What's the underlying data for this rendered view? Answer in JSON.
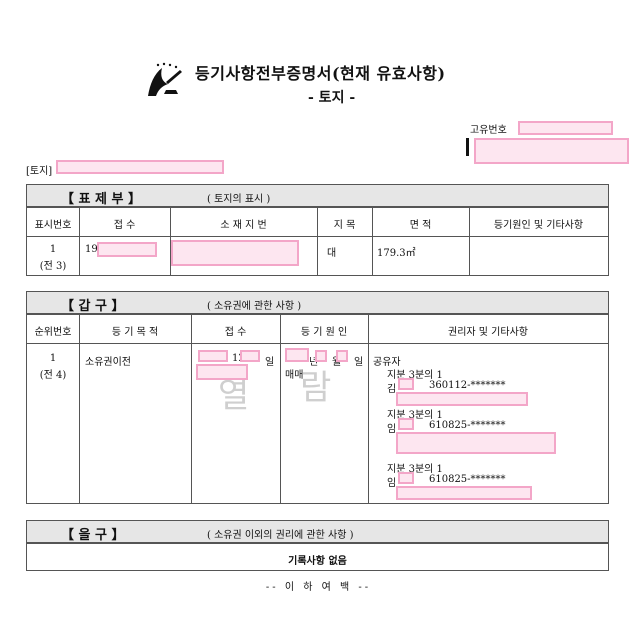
{
  "header": {
    "title": "등기사항전부증명서(현재 유효사항)",
    "subtitle": "- 토지 -",
    "unique_no_label": "고유번호",
    "land_label": "[토지]"
  },
  "section1": {
    "name": "【 표  제  부 】",
    "desc": "( 토지의 표시 )",
    "columns": [
      "표시번호",
      "접  수",
      "소 재 지 번",
      "지  목",
      "면  적",
      "등기원인 및 기타사항"
    ],
    "row": {
      "no": "1",
      "no_sub": "(전 3)",
      "receipt": "19",
      "category": "대",
      "area": "179.3㎡"
    }
  },
  "section2": {
    "name": "【 갑    구 】",
    "desc": "( 소유권에 관한 사항 )",
    "columns": [
      "순위번호",
      "등 기 목 적",
      "접  수",
      "등 기 원 인",
      "권리자 및 기타사항"
    ],
    "row": {
      "no": "1",
      "no_sub": "(전 4)",
      "purpose": "소유권이전",
      "receipt_frag": "12",
      "receipt_day": "일",
      "cause_year": "년",
      "cause_month": "월",
      "cause_day": "일",
      "cause_kind": "매매",
      "owners_title": "공유자",
      "owners": [
        {
          "share": "지분 3분의 1",
          "name": "김",
          "id": "360112-*******"
        },
        {
          "share": "지분 3분의 1",
          "name": "임",
          "id": "610825-*******"
        },
        {
          "share": "지분 3분의 1",
          "name": "임",
          "id": "610825-*******"
        }
      ]
    },
    "watermark": [
      "열",
      "람"
    ]
  },
  "section3": {
    "name": "【 을     구 】",
    "desc": "( 소유권 이외의 권리에 관한 사항 )",
    "note": "기록사항 없음"
  },
  "footer": "-- 이 하 여 백 --"
}
